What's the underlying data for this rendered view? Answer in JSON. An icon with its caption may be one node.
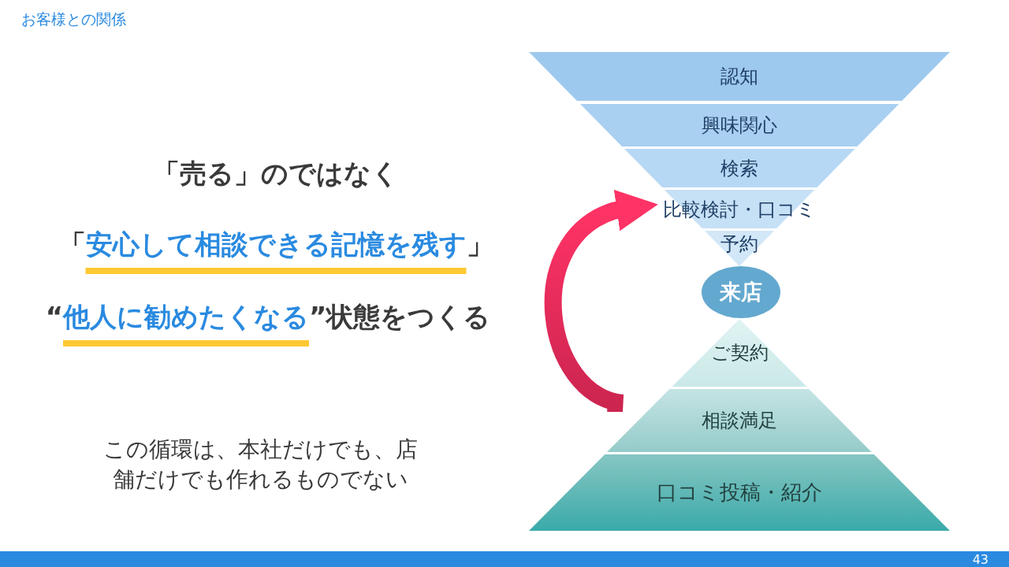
{
  "diagram": {
    "title": "お客様との関係",
    "nodes": [
      {
        "text": [
          "認知"
        ]
      },
      {
        "text": [
          "興味関心"
        ]
      },
      {
        "text": [
          "検索"
        ]
      },
      {
        "text": [
          "比較検討・口コミ"
        ]
      },
      {
        "text": [
          "予約"
        ]
      },
      {
        "text": [
          "来店"
        ]
      },
      {
        "text": [
          "ご契約"
        ]
      },
      {
        "text": [
          "相談満足"
        ]
      },
      {
        "text": [
          "口コミ投稿・紹介"
        ]
      }
    ],
    "edges": [
      {
        "from": 7,
        "to": 3,
        "arrow": "to"
      }
    ],
    "labels": [
      "「売る」のではなく",
      "「**安心して相談できる記憶を残す**」",
      "“**他人に勧めたくなる**”状態をつくる",
      "この循環は、本社だけでも、店舗だけでも作れるものでない",
      "43"
    ]
  }
}
